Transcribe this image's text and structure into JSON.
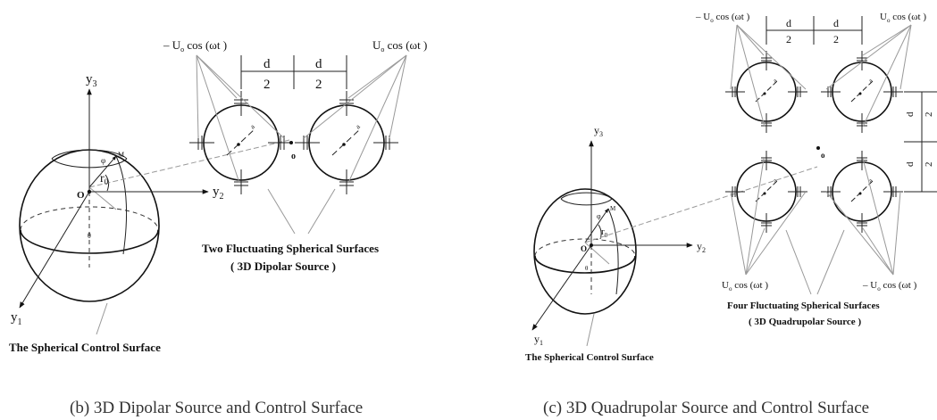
{
  "panel_b": {
    "axis_y3": "y",
    "axis_y3_sub": "3",
    "axis_y2": "y",
    "axis_y2_sub": "2",
    "axis_y1": "y",
    "axis_y1_sub": "1",
    "origin": "O",
    "radius": "r",
    "radius_sub": "0",
    "point_m": "M",
    "angle": "θ",
    "phi": "φ",
    "neg_velocity": "– U",
    "neg_velocity_sub": "o",
    "neg_velocity_tail": " cos (ωt )",
    "pos_velocity": "U",
    "pos_velocity_sub": "o",
    "pos_velocity_tail": " cos (ωt )",
    "d_num": "d",
    "d_den": "2",
    "source_origin": "o",
    "sphere_a": "a",
    "label_source_1": "Two Fluctuating Spherical Surfaces",
    "label_source_2": "( 3D Dipolar Source )",
    "label_control": "The Spherical Control Surface",
    "caption": "(b) 3D Dipolar Source and Control Surface"
  },
  "panel_c": {
    "axis_y3": "y",
    "axis_y3_sub": "3",
    "axis_y2": "y",
    "axis_y2_sub": "2",
    "axis_y1": "y",
    "axis_y1_sub": "1",
    "origin": "O",
    "radius": "r",
    "radius_sub": "0",
    "point_m": "M",
    "angle": "θ",
    "phi": "φ",
    "tl_velocity": "– U",
    "tl_velocity_sub": "o",
    "tl_velocity_tail": " cos (ωt )",
    "tr_velocity": "U",
    "tr_velocity_sub": "o",
    "tr_velocity_tail": " cos (ωt )",
    "bl_velocity": "U",
    "bl_velocity_sub": "o",
    "bl_velocity_tail": " cos (ωt )",
    "br_velocity": "– U",
    "br_velocity_sub": "o",
    "br_velocity_tail": " cos (ωt )",
    "d_num": "d",
    "d_den": "2",
    "source_origin": "o",
    "sphere_a": "a",
    "label_source_1": "Four Fluctuating Spherical Surfaces",
    "label_source_2": "( 3D Quadrupolar Source )",
    "label_control": "The Spherical Control Surface",
    "caption": "(c) 3D Quadrupolar Source and Control Surface"
  }
}
